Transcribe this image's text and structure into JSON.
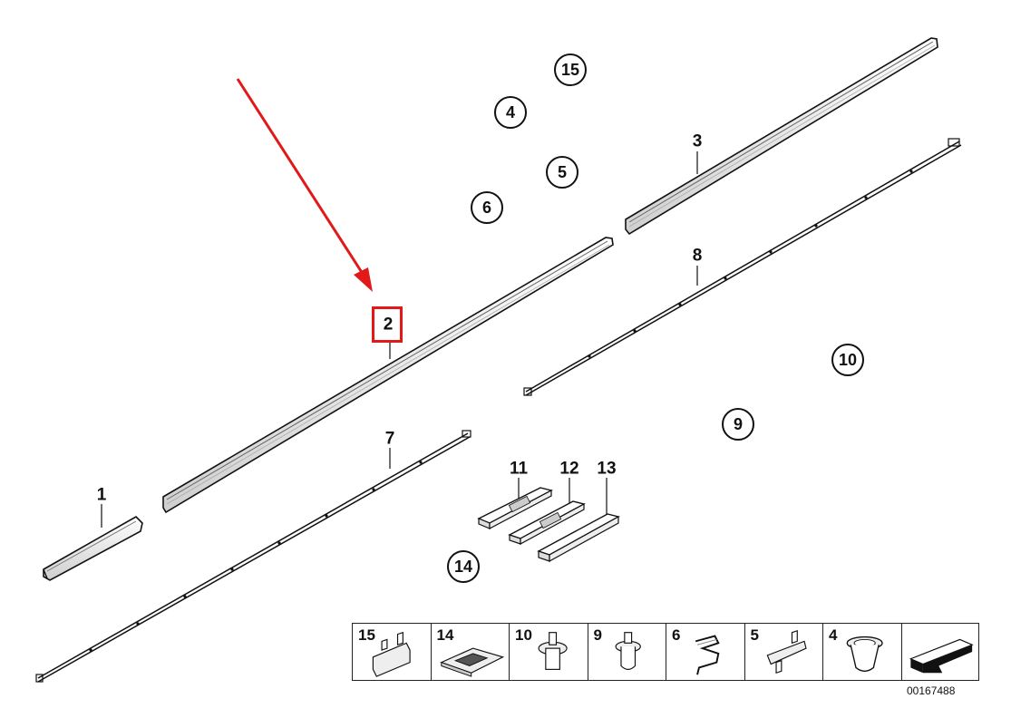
{
  "labels": {
    "p1": "1",
    "p2": "2",
    "p3": "3",
    "p7": "7",
    "p8": "8",
    "p11": "11",
    "p12": "12",
    "p13": "13"
  },
  "circled": {
    "c15": "15",
    "c4": "4",
    "c5": "5",
    "c6": "6",
    "c10": "10",
    "c9": "9",
    "c14": "14"
  },
  "legend": [
    "15",
    "14",
    "10",
    "9",
    "6",
    "5",
    "4"
  ],
  "diagram_id": "00167488",
  "colors": {
    "arrow": "#e11919",
    "highlight": "#e11919",
    "line": "#111111"
  },
  "icons": {
    "legend_last": "arrow-icon"
  }
}
